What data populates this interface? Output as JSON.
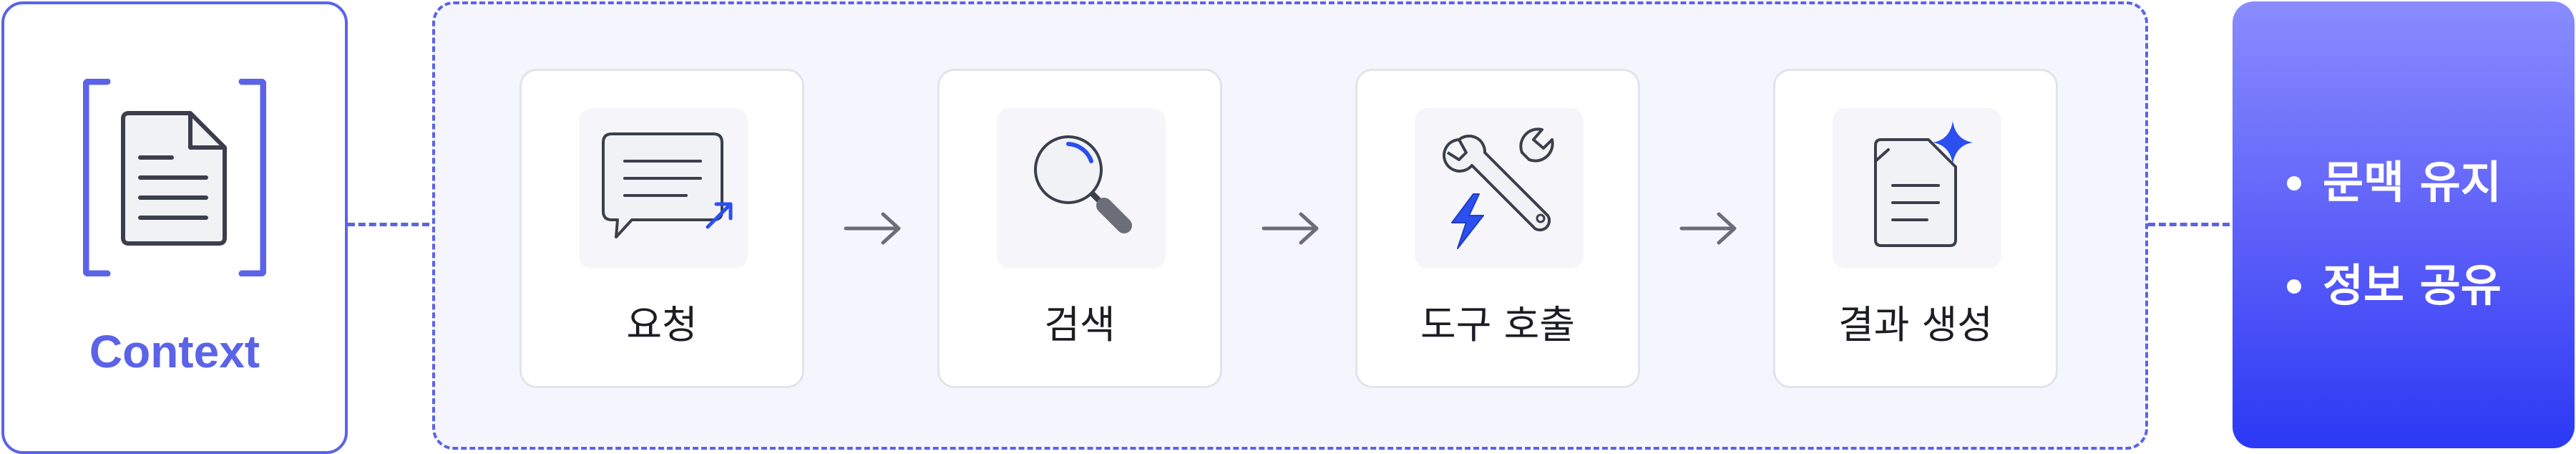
{
  "context": {
    "label": "Context",
    "icon": "document-icon"
  },
  "pipeline": {
    "steps": [
      {
        "label": "요청",
        "icon": "chat-bubble-icon"
      },
      {
        "label": "검색",
        "icon": "magnifier-icon"
      },
      {
        "label": "도구 호출",
        "icon": "wrench-bolt-icon"
      },
      {
        "label": "결과 생성",
        "icon": "sparkle-document-icon"
      }
    ],
    "arrow_icon": "arrow-right-icon"
  },
  "result": {
    "items": [
      "문맥 유지",
      "정보 공유"
    ]
  },
  "colors": {
    "accent": "#5b63e8",
    "accent_bright": "#2b4ff0",
    "panel_gradient_top": "#8a8cff",
    "panel_gradient_bottom": "#2b39f6",
    "icon_stroke": "#3b3f4c",
    "card_border": "#e2e3ec",
    "pipeline_bg": "#f5f6fd"
  }
}
